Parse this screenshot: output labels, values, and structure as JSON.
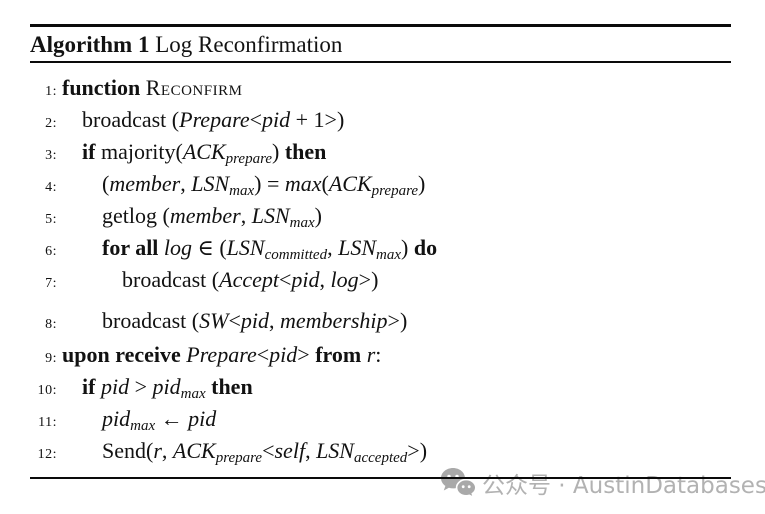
{
  "title": {
    "label": "Algorithm 1",
    "name": " Log Reconfirmation"
  },
  "algorithm": {
    "lines": [
      {
        "num": "1:",
        "indent": 0,
        "segs": [
          {
            "t": "function ",
            "s": "b"
          },
          {
            "t": "Reconfirm",
            "s": "sc"
          }
        ]
      },
      {
        "num": "2:",
        "indent": 1,
        "segs": [
          {
            "t": "broadcast ("
          },
          {
            "t": "Prepare",
            "s": "i"
          },
          {
            "t": "<"
          },
          {
            "t": "pid",
            "s": "i"
          },
          {
            "t": " + 1>)"
          }
        ]
      },
      {
        "num": "3:",
        "indent": 1,
        "segs": [
          {
            "t": "if",
            "s": "b"
          },
          {
            "t": " majority("
          },
          {
            "t": "ACK",
            "s": "i"
          },
          {
            "t": "prepare",
            "s": "sub"
          },
          {
            "t": ") "
          },
          {
            "t": "then",
            "s": "b"
          }
        ]
      },
      {
        "num": "4:",
        "indent": 2,
        "segs": [
          {
            "t": "("
          },
          {
            "t": "member",
            "s": "i"
          },
          {
            "t": ", "
          },
          {
            "t": "LSN",
            "s": "i"
          },
          {
            "t": "max",
            "s": "sub"
          },
          {
            "t": ") = "
          },
          {
            "t": "max",
            "s": "i"
          },
          {
            "t": "("
          },
          {
            "t": "ACK",
            "s": "i"
          },
          {
            "t": "prepare",
            "s": "sub"
          },
          {
            "t": ")"
          }
        ]
      },
      {
        "num": "5:",
        "indent": 2,
        "segs": [
          {
            "t": "getlog ("
          },
          {
            "t": "member",
            "s": "i"
          },
          {
            "t": ", "
          },
          {
            "t": "LSN",
            "s": "i"
          },
          {
            "t": "max",
            "s": "sub"
          },
          {
            "t": ")"
          }
        ]
      },
      {
        "num": "6:",
        "indent": 2,
        "segs": [
          {
            "t": "for all ",
            "s": "b"
          },
          {
            "t": "log",
            "s": "i"
          },
          {
            "t": " ∈ ("
          },
          {
            "t": "LSN",
            "s": "i"
          },
          {
            "t": "committed",
            "s": "sub"
          },
          {
            "t": ", "
          },
          {
            "t": "LSN",
            "s": "i"
          },
          {
            "t": "max",
            "s": "sub"
          },
          {
            "t": ") "
          },
          {
            "t": "do",
            "s": "b"
          }
        ]
      },
      {
        "num": "7:",
        "indent": 3,
        "segs": [
          {
            "t": "broadcast ("
          },
          {
            "t": "Accept",
            "s": "i"
          },
          {
            "t": "<"
          },
          {
            "t": "pid",
            "s": "i"
          },
          {
            "t": ", "
          },
          {
            "t": "log",
            "s": "i"
          },
          {
            "t": ">)"
          }
        ]
      },
      {
        "num": "8:",
        "indent": 2,
        "segs": [
          {
            "t": "broadcast ("
          },
          {
            "t": "SW",
            "s": "i"
          },
          {
            "t": "<"
          },
          {
            "t": "pid",
            "s": "i"
          },
          {
            "t": ", "
          },
          {
            "t": "membership",
            "s": "i"
          },
          {
            "t": ">)"
          }
        ]
      },
      {
        "num": "9:",
        "indent": 0,
        "segs": [
          {
            "t": "upon receive ",
            "s": "b"
          },
          {
            "t": "Prepare",
            "s": "i"
          },
          {
            "t": "<"
          },
          {
            "t": "pid",
            "s": "i"
          },
          {
            "t": "> "
          },
          {
            "t": "from",
            "s": "b"
          },
          {
            "t": " "
          },
          {
            "t": "r",
            "s": "i"
          },
          {
            "t": ":"
          }
        ]
      },
      {
        "num": "10:",
        "indent": 1,
        "segs": [
          {
            "t": "if ",
            "s": "b"
          },
          {
            "t": "pid",
            "s": "i"
          },
          {
            "t": " > "
          },
          {
            "t": "pid",
            "s": "i"
          },
          {
            "t": "max",
            "s": "sub"
          },
          {
            "t": " "
          },
          {
            "t": "then",
            "s": "b"
          }
        ]
      },
      {
        "num": "11:",
        "indent": 2,
        "segs": [
          {
            "t": "pid",
            "s": "i"
          },
          {
            "t": "max",
            "s": "sub"
          },
          {
            "t": " ← "
          },
          {
            "t": "pid",
            "s": "i"
          }
        ]
      },
      {
        "num": "12:",
        "indent": 2,
        "segs": [
          {
            "t": "Send("
          },
          {
            "t": "r",
            "s": "i"
          },
          {
            "t": ", "
          },
          {
            "t": "ACK",
            "s": "i"
          },
          {
            "t": "prepare",
            "s": "sub"
          },
          {
            "t": "<"
          },
          {
            "t": "self",
            "s": "i"
          },
          {
            "t": ", "
          },
          {
            "t": "LSN",
            "s": "i"
          },
          {
            "t": "accepted",
            "s": "sub"
          },
          {
            "t": ">)"
          }
        ]
      }
    ]
  },
  "watermark": {
    "icon": "wechat-icon",
    "text": "公众号 · AustinDatabases"
  },
  "colors": {
    "background": "#ffffff",
    "text": "#121212",
    "rule": "#0a0a0a",
    "watermark": "#b2b2b2",
    "watermark_icon": "#a9a9a9"
  }
}
